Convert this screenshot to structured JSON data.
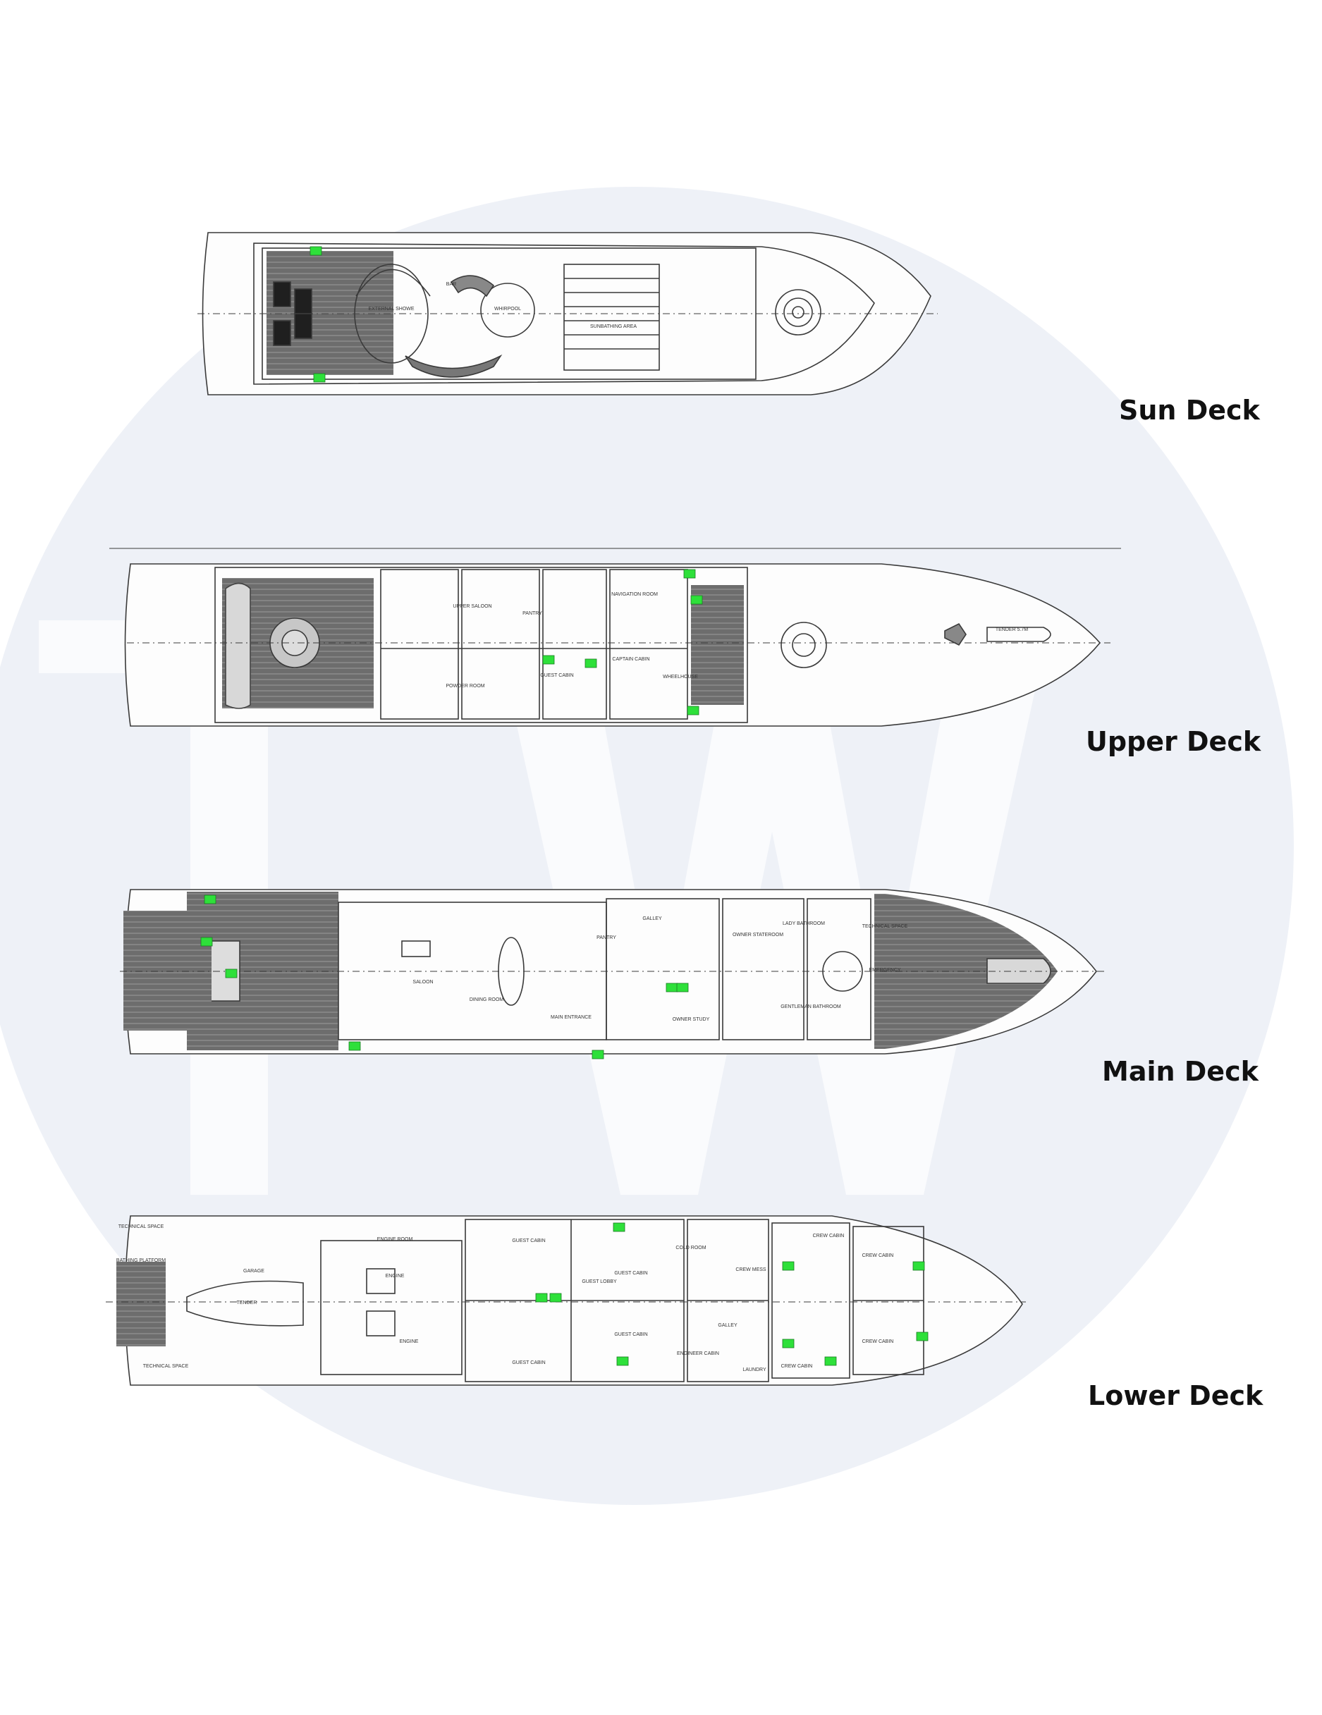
{
  "colors": {
    "watermark_circle": "#eef1f7",
    "watermark_letters": "#fafbfd",
    "line": "#3a3a3a",
    "teak": "#6b6b6b",
    "equipment": "#2ee03a"
  },
  "watermark": {
    "letters": "TW"
  },
  "decks": [
    {
      "id": "sun",
      "title": "Sun Deck",
      "rooms": [
        "EXTERNAL SHOWE",
        "BAR",
        "WHIRPOOL",
        "SUNBATHING AREA"
      ]
    },
    {
      "id": "upper",
      "title": "Upper Deck",
      "rooms": [
        "UPPER SALOON",
        "PANTRY",
        "NAVIGATION ROOM",
        "CAPTAIN CABIN",
        "GUEST CABIN",
        "POWDER ROOM",
        "WHEELHOUSE",
        "TENDER 5.7M"
      ]
    },
    {
      "id": "main",
      "title": "Main Deck",
      "rooms": [
        "SALOON",
        "DINING ROOM",
        "PANTRY",
        "GALLEY",
        "MAIN ENTRANCE",
        "OWNER STUDY",
        "OWNER STATEROOM",
        "LADY BATHROOM",
        "GENTLEMAN BATHROOM",
        "TECHNICAL SPACE",
        "EMERGENCY"
      ]
    },
    {
      "id": "lower",
      "title": "Lower Deck",
      "rooms": [
        "TECHNICAL SPACE",
        "BATHING PLATFORM",
        "GARAGE",
        "TENDER",
        "ENGINE ROOM",
        "ENGINE",
        "ENGINE",
        "GUEST CABIN",
        "GUEST CABIN",
        "GUEST LOBBY",
        "GUEST CABIN",
        "GUEST CABIN",
        "COLD ROOM",
        "CREW MESS",
        "GALLEY",
        "ENGINEER CABIN",
        "LAUNDRY",
        "CREW CABIN",
        "CREW CABIN",
        "CREW CABIN",
        "CREW CABIN",
        "TECHNICAL SPACE"
      ]
    }
  ]
}
